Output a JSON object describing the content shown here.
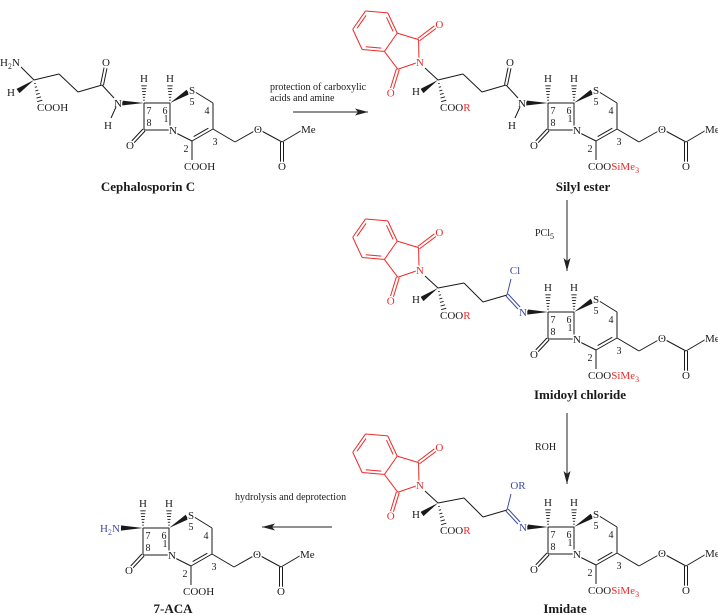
{
  "compounds": {
    "cephalosporin_c": "Cephalosporin C",
    "silyl_ester": "Silyl ester",
    "imidoyl_chloride": "Imidoyl chloride",
    "imidate": "Imidate",
    "aca": "7-ACA"
  },
  "reagents": {
    "step1_line1": "protection of carboxylic",
    "step1_line2": "acids and amine",
    "step2_main": "PCl",
    "step2_sub": "5",
    "step3": "ROH",
    "step4": "hydrolysis and deprotection"
  },
  "atoms": {
    "H": "H",
    "O": "O",
    "N": "N",
    "S": "S",
    "Cl": "Cl",
    "OR": "OR",
    "Me": "Me",
    "COOH": "COOH",
    "COO": "COO",
    "R": "R",
    "SiMe": "SiMe",
    "sub3": "3",
    "sub2": "2"
  },
  "locants": {
    "l1": "1",
    "l2": "2",
    "l3": "3",
    "l4": "4",
    "l5": "5",
    "l6": "6",
    "l7": "7",
    "l8": "8"
  },
  "colors": {
    "black": "#1a1a1a",
    "red": "#ee2a2a",
    "blue": "#3a4aa6",
    "arrow": "#222222"
  }
}
